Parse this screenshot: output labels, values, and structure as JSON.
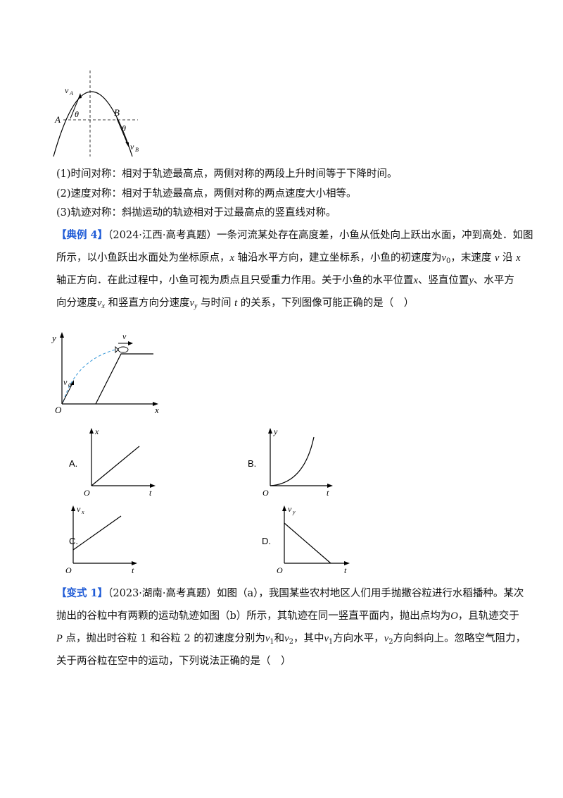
{
  "fig1": {
    "label_A": "A",
    "label_B": "B",
    "theta": "θ",
    "vA": "v",
    "vA_sub": "A",
    "vB": "v",
    "vB_sub": "B"
  },
  "symmetry": [
    "(1)时间对称：相对于轨迹最高点，两侧对称的两段上升时间等于下降时间。",
    "(2)速度对称：相对于轨迹最高点，两侧对称的两点速度大小相等。",
    "(3)轨迹对称：斜抛运动的轨迹相对于过最高点的竖直线对称。"
  ],
  "example4": {
    "tag": "【典例 4】",
    "source": "（2024·江西·高考真题）",
    "row1": "一条河流某处存在高度差，小鱼从低处向上跃出水面，冲到高处．如图",
    "row2a": "所示，以小鱼跃出水面处为坐标原点，",
    "row2b": "x",
    "row2c": " 轴沿水平方向，建立坐标系，小鱼的初速度为",
    "row2d": "v",
    "row2e": "0",
    "row2f": "，末速度 ",
    "row2g": "v",
    "row2h": " 沿 ",
    "row2i": "x",
    "row3a": "轴正方向．在此过程中，小鱼可视为质点且只受重力作用。关于小鱼的水平位置",
    "row3b": "x",
    "row3c": "、竖直位置",
    "row3d": "y",
    "row3e": "、水平方",
    "row4a": "向分速度",
    "row4b": "v",
    "row4c": "x",
    "row4d": " 和竖直方向分速度",
    "row4e": "v",
    "row4f": "y",
    "row4g": " 与时间 ",
    "row4h": "t",
    "row4i": " 的关系，下列图像可能正确的是（　）"
  },
  "fig2": {
    "y": "y",
    "x": "x",
    "O": "O",
    "v": "v",
    "v0": "v",
    "v0_sub": "0"
  },
  "options": {
    "A": {
      "label": "A.",
      "yaxis": "x",
      "xaxis": "t",
      "origin": "O"
    },
    "B": {
      "label": "B.",
      "yaxis": "y",
      "xaxis": "t",
      "origin": "O"
    },
    "C": {
      "label": "C.",
      "yaxis": "v",
      "yaxis_sub": "x",
      "xaxis": "t",
      "origin": "O"
    },
    "D": {
      "label": "D.",
      "yaxis": "v",
      "yaxis_sub": "y",
      "xaxis": "t",
      "origin": "O"
    }
  },
  "variant1": {
    "tag": "【变式 1】",
    "source": "（2023·湖南·高考真题）",
    "row1": "如图（a），我国某些农村地区人们用手抛撒谷粒进行水稻播种。某次",
    "row2a": "抛出的谷粒中有两颗的运动轨迹如图（b）所示，其轨迹在同一竖直平面内，抛出点均为",
    "row2b": "O",
    "row2c": "，且轨迹交于",
    "row3a": "P",
    "row3b": " 点，抛出时谷粒 1 和谷粒 2 的初速度分别为",
    "row3c": "v",
    "row3d": "1",
    "row3e": "和",
    "row3f": "v",
    "row3g": "2",
    "row3h": "，其中",
    "row3i": "v",
    "row3j": "1",
    "row3k": "方向水平，",
    "row3l": "v",
    "row3m": "2",
    "row3n": "方向斜向上。忽略空气阻力，",
    "row4": "关于两谷粒在空中的运动，下列说法正确的是（　）"
  }
}
